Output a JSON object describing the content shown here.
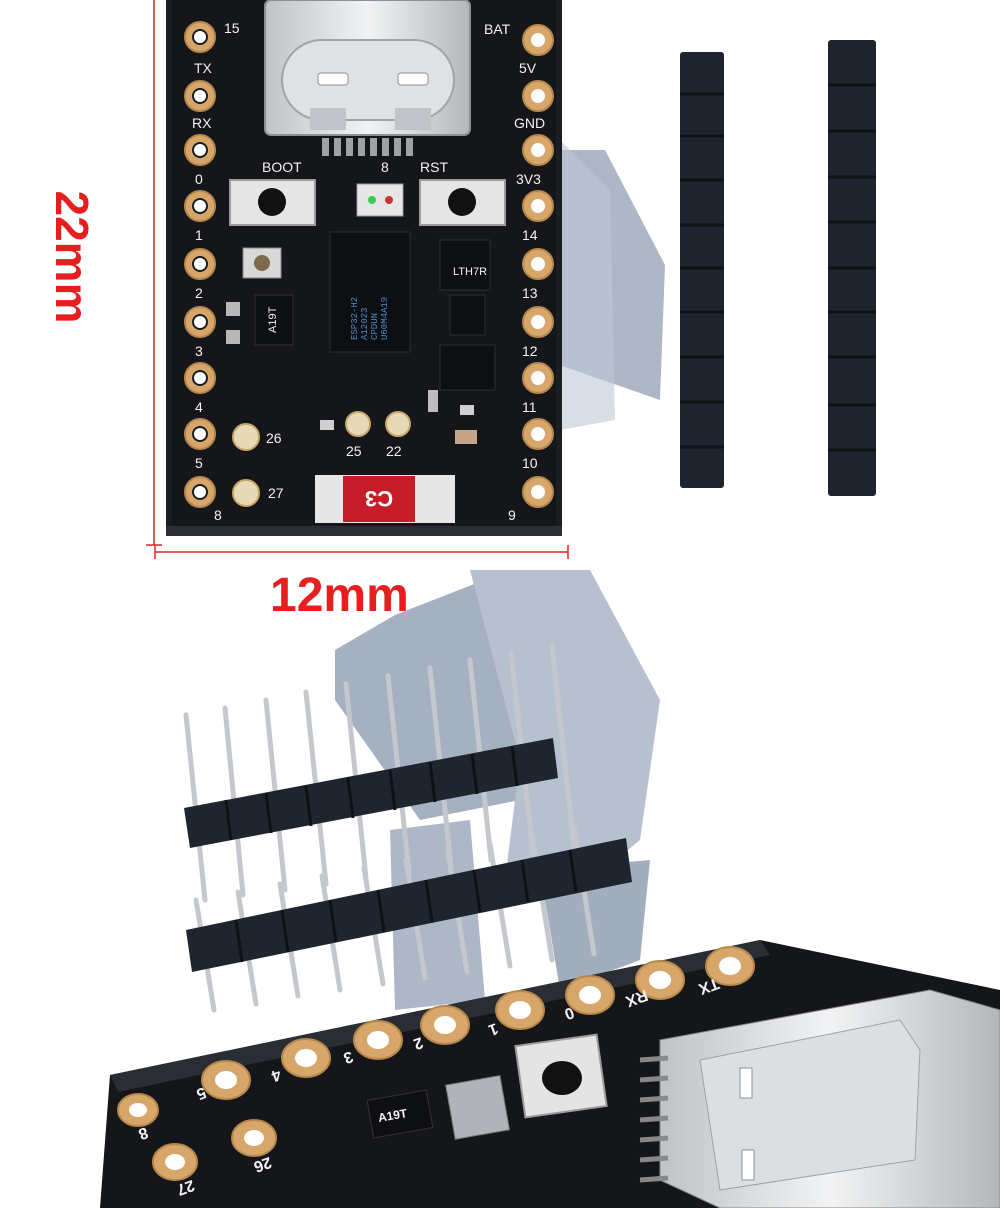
{
  "dimensions": {
    "height_label": "22mm",
    "width_label": "12mm",
    "label_color": "#e61e1e"
  },
  "board": {
    "chip_text": [
      "ESP32-H2",
      "A12023",
      "CPDUN",
      "U60M4A19"
    ],
    "silkscreen": {
      "top": [
        "15",
        "BAT"
      ],
      "left_pins": [
        "TX",
        "RX",
        "0",
        "1",
        "2",
        "3",
        "4",
        "5",
        "8"
      ],
      "right_pins": [
        "5V",
        "GND",
        "3V3",
        "14",
        "13",
        "12",
        "11",
        "10",
        "9"
      ],
      "buttons": [
        "BOOT",
        "8",
        "RST"
      ],
      "inner_pads": [
        "26",
        "27",
        "25",
        "22"
      ],
      "regulator": "A19T",
      "inductor": "LTH7R",
      "logo": "C3"
    },
    "pcb_color": "#14161a",
    "pad_color": "#d6a66a"
  },
  "headers": {
    "count": 2,
    "pins_per_header": 10,
    "plastic_color": "#1f252e",
    "pin_color": "#c9ccd0"
  },
  "bottom_view": {
    "silkscreen": [
      "TX",
      "RX",
      "0",
      "1",
      "2",
      "3",
      "4",
      "5",
      "8",
      "27",
      "26",
      "A19T"
    ]
  },
  "watermark_color": "#5a6d8a"
}
